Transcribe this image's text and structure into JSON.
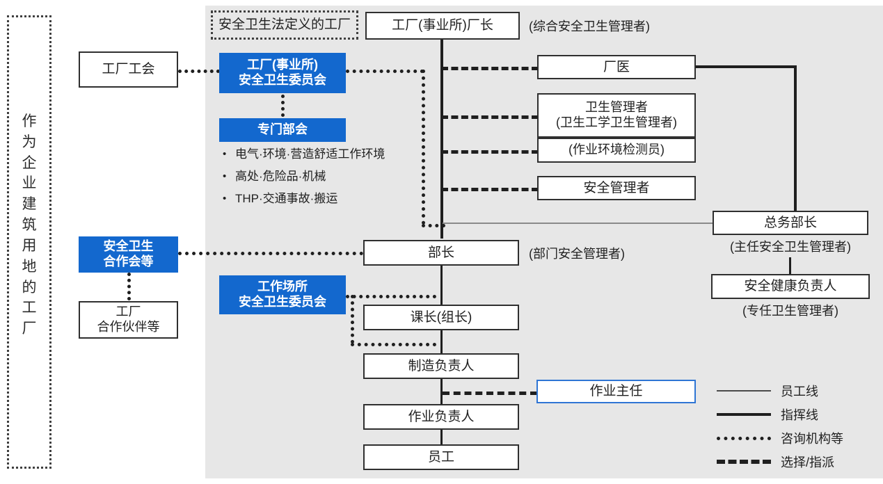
{
  "diagram": {
    "title_left_vertical": "作为企业建筑用地的工厂",
    "scope_label": "安全卫生法定义的工厂",
    "colors": {
      "brand_blue": "#1368CE",
      "panel_gray": "#e7e7e7",
      "outline_black": "#2f2f2f",
      "employee_line_gray": "#8a8a8a",
      "blue_outline": "#2E75D4"
    }
  },
  "left_column": {
    "union_box": "工厂工会",
    "cooperation_box": "安全卫生\n合作会等",
    "partner_box": "工厂\n合作伙伴等"
  },
  "committees": {
    "plant_committee": "工厂(事业所)\n安全卫生委员会",
    "special_subcommittee": "专门部会",
    "workplace_committee": "工作场所\n安全卫生委员会",
    "subcommittee_topics": [
      "电气·环境·营造舒适工作环境",
      "高处·危险品·机械",
      "THP·交通事故·搬运"
    ]
  },
  "hierarchy": [
    {
      "box": "工厂(事业所)厂长",
      "caption": "(综合安全卫生管理者)"
    },
    {
      "box": "部长",
      "caption": "(部门安全管理者)"
    },
    {
      "box": "课长(组长)",
      "caption": ""
    },
    {
      "box": "制造负责人",
      "caption": ""
    },
    {
      "box": "作业负责人",
      "caption": ""
    },
    {
      "box": "员工",
      "caption": ""
    }
  ],
  "appointees": {
    "plant_doctor": "厂医",
    "health_manager": "卫生管理者\n(卫生工学卫生管理者)",
    "environment_tester": "(作业环境检测员)",
    "safety_manager": "安全管理者",
    "operation_chief": "作业主任"
  },
  "general_affairs": {
    "director_box": "总务部长",
    "director_caption": "(主任安全卫生管理者)",
    "officer_box": "安全健康负责人",
    "officer_caption": "(专任卫生管理者)"
  },
  "legend": {
    "items": [
      {
        "style": "thin-solid",
        "label": "员工线"
      },
      {
        "style": "thick-solid",
        "label": "指挥线"
      },
      {
        "style": "dotted",
        "label": "咨询机构等"
      },
      {
        "style": "dashed",
        "label": "选择/指派"
      }
    ]
  }
}
